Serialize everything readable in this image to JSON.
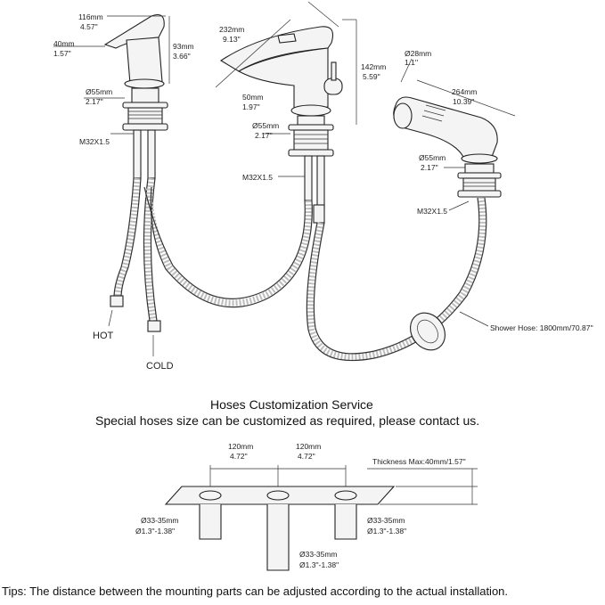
{
  "dimensions": {
    "spout1_w_mm": "116mm",
    "spout1_w_in": "4.57''",
    "spout1_d_mm": "40mm",
    "spout1_d_in": "1.57''",
    "spout1_h_mm": "93mm",
    "spout1_h_in": "3.66''",
    "base1_mm": "Ø55mm",
    "base1_in": "2.17''",
    "thread1": "M32X1.5",
    "spout2_w_mm": "232mm",
    "spout2_w_in": "9.13''",
    "spout2_d_mm": "50mm",
    "spout2_d_in": "1.97''",
    "spout2_h_mm": "142mm",
    "spout2_h_in": "5.59''",
    "base2_mm": "Ø55mm",
    "base2_in": "2.17''",
    "thread2": "M32X1.5",
    "handle_dia_mm": "Ø28mm",
    "handle_dia_in": "1.1''",
    "shower_len_mm": "264mm",
    "shower_len_in": "10.39''",
    "base3_mm": "Ø55mm",
    "base3_in": "2.17''",
    "thread3": "M32X1.5"
  },
  "labels": {
    "hot": "HOT",
    "cold": "COLD",
    "shower_hose": "Shower Hose: 1800mm/70.87''"
  },
  "heading": {
    "title": "Hoses Customization Service",
    "subtitle": "Special hoses size can be customized as required, please contact us."
  },
  "mounting": {
    "spacing1_mm": "120mm",
    "spacing1_in": "4.72''",
    "spacing2_mm": "120mm",
    "spacing2_in": "4.72''",
    "thickness": "Thickness Max:40mm/1.57''",
    "hole_left_mm": "Ø33-35mm",
    "hole_left_in": "Ø1.3''-1.38''",
    "hole_right_mm": "Ø33-35mm",
    "hole_right_in": "Ø1.3''-1.38''",
    "hole_mid_mm": "Ø33-35mm",
    "hole_mid_in": "Ø1.3''-1.38''"
  },
  "tips": "Tips: The distance between the mounting parts can be adjusted according to the actual installation."
}
